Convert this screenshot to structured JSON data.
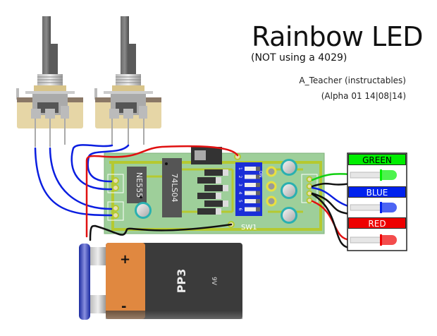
{
  "header": {
    "title": "Rainbow LED",
    "subtitle": "(NOT using a 4029)",
    "author": "A_Teacher (instructables)",
    "version": "(Alpha 01 14|08|14)"
  },
  "board": {
    "ic1_label": "NE555",
    "ic2_label": "74LS04",
    "dip_switch_label": "SW1",
    "dip_switch_on_label": "ON",
    "dip_switch_positions": [
      "1",
      "2",
      "3",
      "4",
      "5",
      "6"
    ]
  },
  "battery": {
    "type_label": "PP3",
    "voltage_label": "9V",
    "plus_label": "+",
    "minus_label": "-"
  },
  "leds": [
    {
      "label": "GREEN",
      "color": "#00ee00",
      "text_color": "#000000"
    },
    {
      "label": "BLUE",
      "color": "#0022ee",
      "text_color": "#ffffff"
    },
    {
      "label": "RED",
      "color": "#ee0000",
      "text_color": "#ffffff"
    }
  ],
  "colors": {
    "pcb": "#9ecf9a",
    "trace": "#b5c930",
    "wire_blue": "#0a1ee0",
    "wire_red": "#e01010",
    "wire_black": "#111111",
    "wire_green": "#10d010"
  }
}
